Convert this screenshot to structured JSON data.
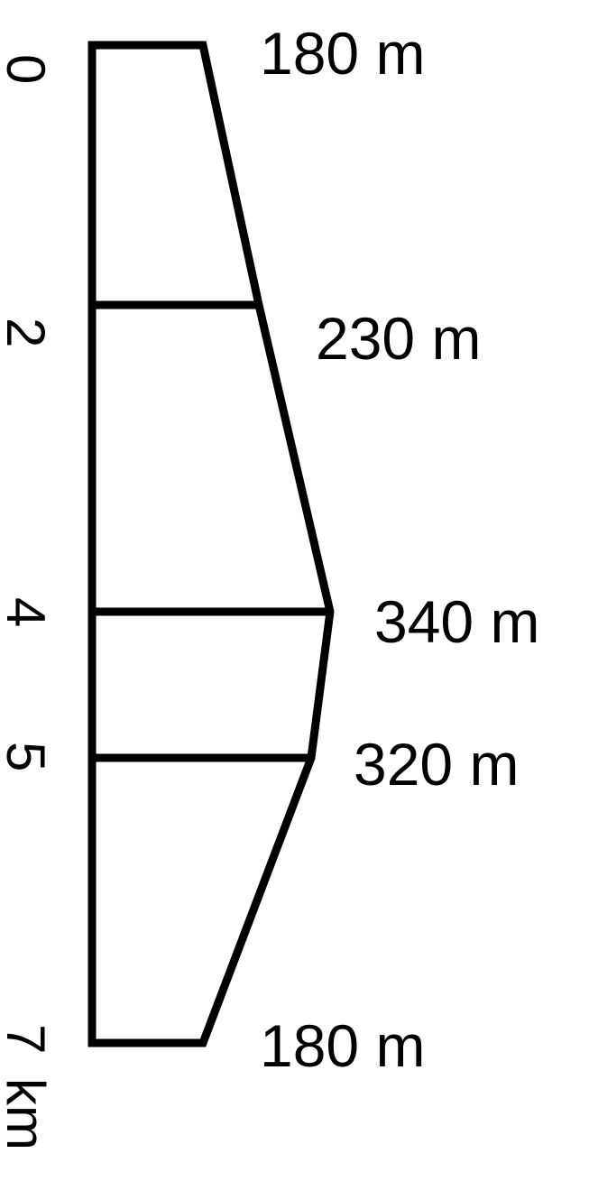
{
  "diagram": {
    "distance_unit": "km",
    "sections": [
      {
        "distance": "0",
        "width": "180 m"
      },
      {
        "distance": "2",
        "width": "230 m"
      },
      {
        "distance": "4",
        "width": "340 m"
      },
      {
        "distance": "5",
        "width": "320 m"
      },
      {
        "distance": "7",
        "width": "180 m"
      }
    ],
    "colors": {
      "line": "#000000",
      "background": "#ffffff"
    }
  }
}
